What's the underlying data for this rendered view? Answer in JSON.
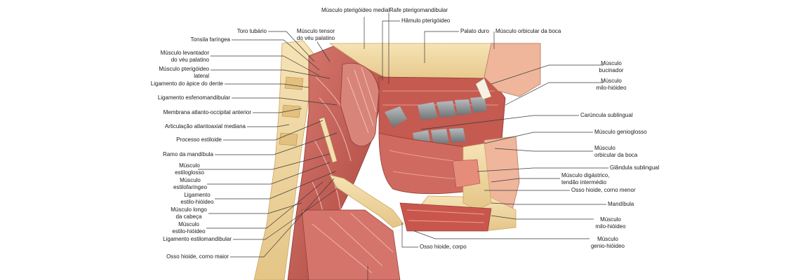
{
  "labels": {
    "musculo_pterigoideo_medial": "Músculo pterigóideo medial",
    "rafe_pterigomandibular": "Rafe pterigomandibular",
    "hamulo_pterigoideo": "Hâmulo pterigóideo",
    "toro_tubario": "Toro tubário",
    "musculo_tensor_veu_l1": "Músculo tensor",
    "musculo_tensor_veu_l2": "do véu palatino",
    "palato_duro": "Palato duro",
    "musculo_orbicular_boca_top": "Músculo orbicular da boca",
    "tonsila_faringea": "Tonsila faríngea",
    "levantador_l1": "Músculo levantador",
    "levantador_l2": "do véu palatino",
    "pterigoideo_lateral_l1": "Músculo pterigóideo",
    "pterigoideo_lateral_l2": "lateral",
    "ligamento_apice_dente": "Ligamento do ápice do dente",
    "ligamento_esfenomandibular": "Ligamento esfenomandibular",
    "membrana_atlanto_occipital": "Membrana atlanto-occipital anterior",
    "articulacao_atlantoaxial": "Articulação atlantoaxial mediana",
    "processo_estiloide": "Processo estiloide",
    "ramo_mandibula": "Ramo da mandíbula",
    "estiloglosso_l1": "Músculo",
    "estiloglosso_l2": "estiloglosso",
    "estilofaringeo_l1": "Músculo",
    "estilofaringeo_l2": "estilofaríngeo",
    "lig_estilo_hioideo_l1": "Ligamento",
    "lig_estilo_hioideo_l2": "estilo-hióideo",
    "longo_cabeca_l1": "Músculo longo",
    "longo_cabeca_l2": "da cabeça",
    "musc_estilo_hioideo_l1": "Músculo",
    "musc_estilo_hioideo_l2": "estilo-hióideo",
    "ligamento_estilomandibular": "Ligamento estilomandibular",
    "osso_hioide_corno_maior": "Osso hioide, corno maior",
    "bucinador_l1": "Músculo",
    "bucinador_l2": "bucinador",
    "milo_hioideo_top_l1": "Músculo",
    "milo_hioideo_top_l2": "milo-hióideo",
    "caruncula_sublingual": "Carúncula sublingual",
    "genioglosso": "Músculo genioglosso",
    "orbicular_boca_right_l1": "Músculo",
    "orbicular_boca_right_l2": "orbicular da boca",
    "glandula_sublingual": "Glândula sublingual",
    "digastrico_l1": "Músculo digástrico,",
    "digastrico_l2": "tendão intermédio",
    "hioide_corno_menor": "Osso hioide, corno menor",
    "mandibula": "Mandíbula",
    "milo_hioideo_bottom_l1": "Músculo",
    "milo_hioideo_bottom_l2": "milo-hióideo",
    "genio_hioideo_l1": "Músculo",
    "genio_hioideo_l2": "genio-hióideo",
    "osso_hioide_corpo": "Osso hioide, corpo"
  },
  "colors": {
    "muscle": "#c8574f",
    "muscle_light": "#e7a39a",
    "bone": "#f1d9a3",
    "mucosa": "#e9b7ae",
    "teeth": "#8e9396",
    "leader": "#3a3a3a"
  }
}
